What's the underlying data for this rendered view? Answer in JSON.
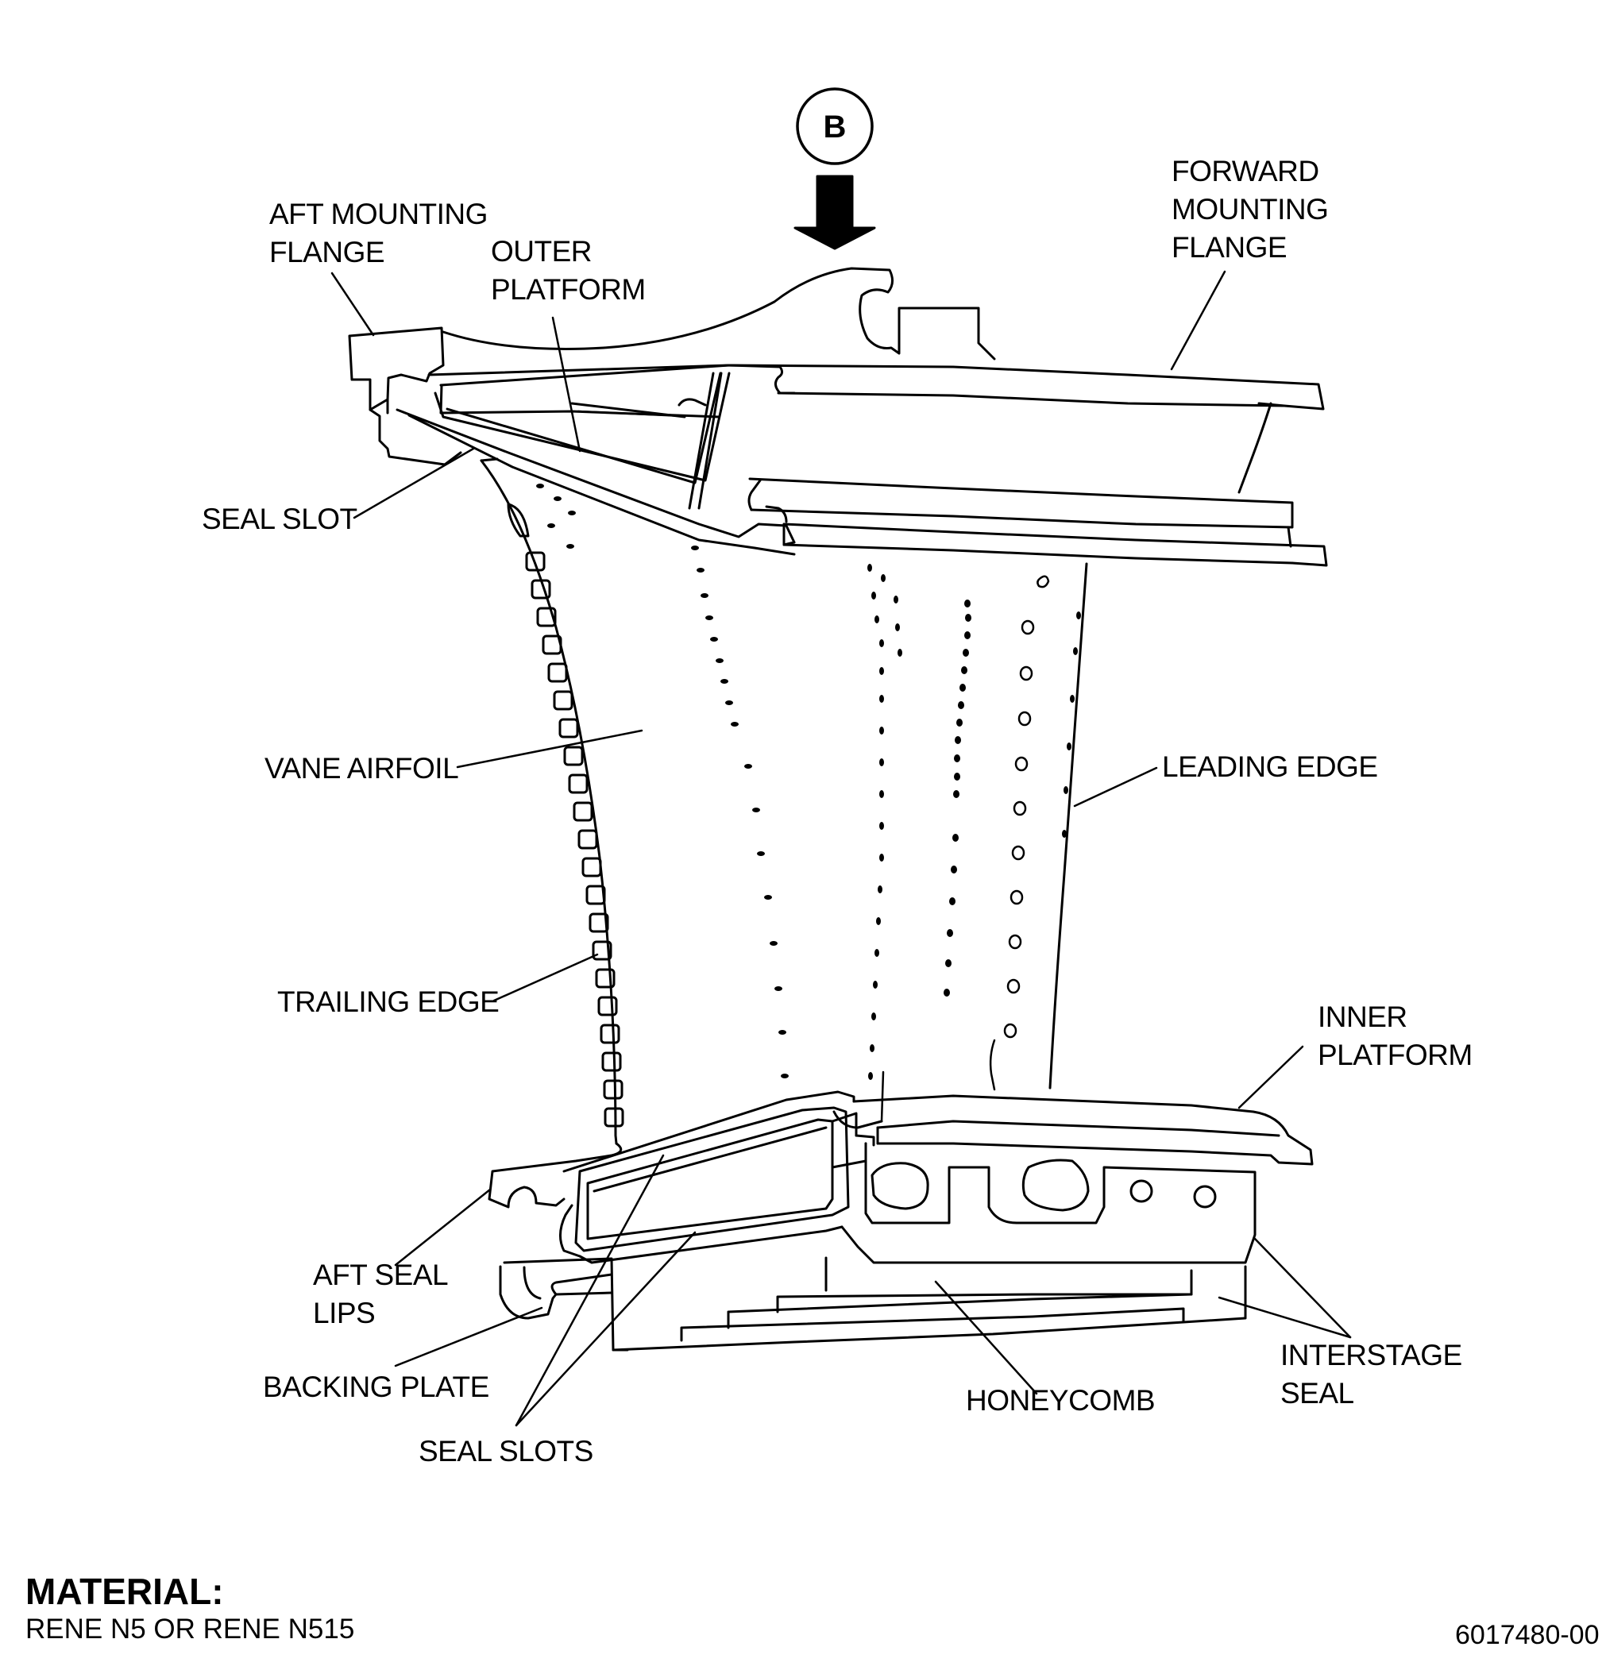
{
  "view_marker": "B",
  "labels": {
    "aft_mounting_flange": [
      "AFT MOUNTING",
      "FLANGE"
    ],
    "outer_platform": [
      "OUTER",
      "PLATFORM"
    ],
    "forward_mounting_flange": [
      "FORWARD",
      "MOUNTING",
      "FLANGE"
    ],
    "seal_slot": "SEAL SLOT",
    "vane_airfoil": "VANE AIRFOIL",
    "leading_edge": "LEADING EDGE",
    "trailing_edge": "TRAILING EDGE",
    "inner_platform": [
      "INNER",
      "PLATFORM"
    ],
    "aft_seal_lips": [
      "AFT SEAL",
      "LIPS"
    ],
    "backing_plate": "BACKING PLATE",
    "seal_slots": "SEAL SLOTS",
    "honeycomb": "HONEYCOMB",
    "interstage_seal": [
      "INTERSTAGE",
      "SEAL"
    ]
  },
  "material": {
    "title": "MATERIAL:",
    "value": "RENE N5 OR RENE N515"
  },
  "figure_id": "6017480-00"
}
